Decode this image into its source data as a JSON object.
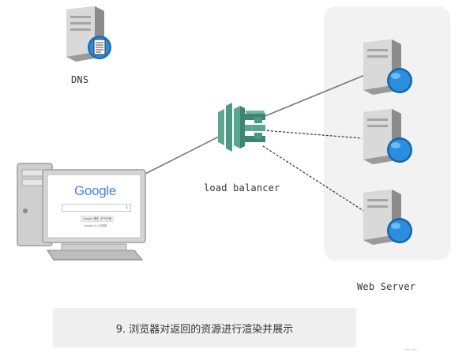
{
  "labels": {
    "dns": "DNS",
    "load_balancer": "load balancer",
    "web_server": "Web Server"
  },
  "browser": {
    "logo_text": "Google",
    "search_button": "Google 搜索",
    "lucky_button": "手气不错",
    "footer_text": "Google.cn 无障碍"
  },
  "caption": "9. 浏览器对返回的资源进行渲染并展示",
  "corner_mark": "~~",
  "colors": {
    "panel_bg": "#f2f2f2",
    "caption_bg": "#efefef",
    "lb_green": "#5aa88f",
    "globe_blue": "#1e88d8",
    "server_gray": "#b8b8b8",
    "line_gray": "#777777"
  },
  "icons": {
    "dns_server": "server-document-icon",
    "web_server": "server-globe-icon",
    "load_balancer": "load-balancer-icon",
    "client": "desktop-computer-icon"
  }
}
